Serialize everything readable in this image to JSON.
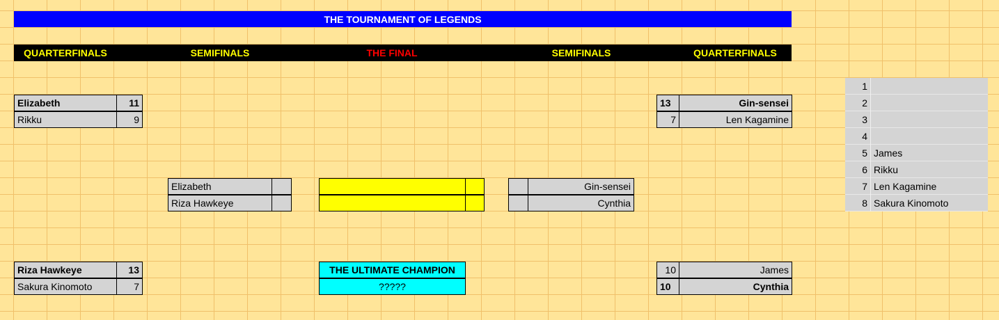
{
  "title": "THE TOURNAMENT OF LEGENDS",
  "rounds": {
    "left_qf": "QUARTERFINALS",
    "left_sf": "SEMIFINALS",
    "final": "THE FINAL",
    "right_sf": "SEMIFINALS",
    "right_qf": "QUARTERFINALS"
  },
  "colors": {
    "title_bg": "#0000ff",
    "round_bg": "#000000",
    "round_text": "#ffff00",
    "final_text": "#ff0000",
    "final_cell": "#ffff00",
    "champion_cell": "#00ffff",
    "sheet_bg": "#ffe599"
  },
  "left_qf_1": {
    "p1": "Elizabeth",
    "s1": "11",
    "p2": "Rikku",
    "s2": "9"
  },
  "left_qf_2": {
    "p1": "Riza Hawkeye",
    "s1": "13",
    "p2": "Sakura Kinomoto",
    "s2": "7"
  },
  "right_qf_1": {
    "p1": "Gin-sensei",
    "s1": "13",
    "p2": "Len Kagamine",
    "s2": "7"
  },
  "right_qf_2": {
    "p1": "James",
    "s1": "10",
    "p2": "Cynthia",
    "s2": "10"
  },
  "left_sf": {
    "p1": "Elizabeth",
    "p2": "Riza Hawkeye"
  },
  "right_sf": {
    "p1": "Gin-sensei",
    "p2": "Cynthia"
  },
  "champion": {
    "label": "THE ULTIMATE CHAMPION",
    "name": "?????"
  },
  "seed_list": [
    {
      "n": "1",
      "name": ""
    },
    {
      "n": "2",
      "name": ""
    },
    {
      "n": "3",
      "name": ""
    },
    {
      "n": "4",
      "name": ""
    },
    {
      "n": "5",
      "name": "James"
    },
    {
      "n": "6",
      "name": "Rikku"
    },
    {
      "n": "7",
      "name": "Len Kagamine"
    },
    {
      "n": "8",
      "name": "Sakura Kinomoto"
    }
  ]
}
